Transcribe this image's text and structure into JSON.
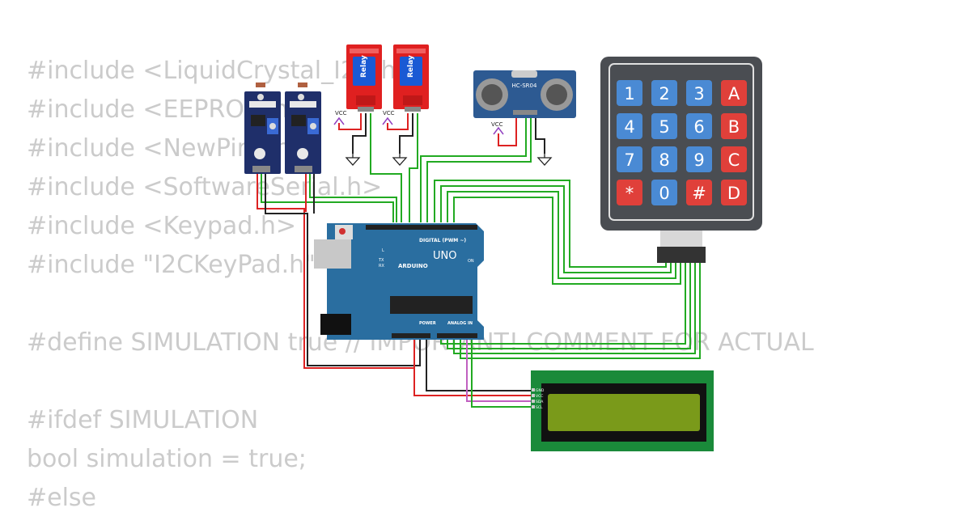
{
  "code_lines": [
    "#include <LiquidCrystal_I2C.h>",
    "#include <EEPROM.h>",
    "#include <NewPing.h>",
    "#include <SoftwareSerial.h>",
    "#include <Keypad.h>",
    "#include \"I2CKeyPad.h\"",
    "",
    "#define SIMULATION true // IMPORTANT! COMMENT FOR ACTUAL",
    "",
    "#ifdef SIMULATION",
    "bool simulation = true;",
    "#else"
  ],
  "arduino": {
    "brand": "ARDUINO",
    "model": "UNO",
    "digital_label": "DIGITAL (PWM ~)",
    "analog_label": "ANALOG IN",
    "power_label": "POWER",
    "on_label": "ON",
    "tx_label": "TX",
    "rx_label": "RX",
    "l_label": "L"
  },
  "relays": [
    {
      "label": "Relay",
      "vcc_label": "VCC"
    },
    {
      "label": "Relay",
      "vcc_label": "VCC"
    }
  ],
  "ultrasonic": {
    "label": "HC-SR04",
    "vcc_label": "VCC"
  },
  "keypad": {
    "keys": [
      "1",
      "2",
      "3",
      "A",
      "4",
      "5",
      "6",
      "B",
      "7",
      "8",
      "9",
      "C",
      "*",
      "0",
      "#",
      "D"
    ]
  },
  "lcd": {
    "pins": [
      "GND",
      "VCC",
      "SDA",
      "SCL"
    ]
  },
  "colors": {
    "wire_green": "#22aa22",
    "wire_red": "#dd2222",
    "wire_black": "#222222",
    "wire_violet": "#c060c0",
    "board_blue": "#2a6ea0",
    "keypad_blue": "#4a8ad4",
    "keypad_red": "#e0403a",
    "lcd_green": "#7a9a1a",
    "sensor_navy": "#1f2f6a",
    "relay_red": "#e02020"
  }
}
